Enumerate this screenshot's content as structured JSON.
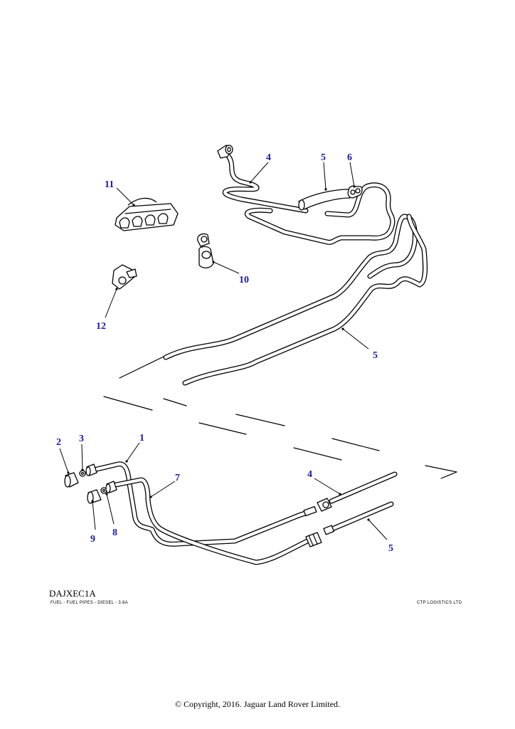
{
  "diagram": {
    "code": "DAJXEC1A",
    "caption": "FUEL - FUEL PIPES - DIESEL - 3.8A",
    "vendor": "CTP LOGISTICS LTD",
    "copyright": "© Copyright, 2016. Jaguar Land Rover Limited.",
    "callout_color": "#1a1aa6",
    "callouts": {
      "c1": "1",
      "c2": "2",
      "c3": "3",
      "c4a": "4",
      "c4b": "4",
      "c5a": "5",
      "c5b": "5",
      "c5c": "5",
      "c6": "6",
      "c7": "7",
      "c8": "8",
      "c9": "9",
      "c10": "10",
      "c11": "11",
      "c12": "12"
    }
  }
}
